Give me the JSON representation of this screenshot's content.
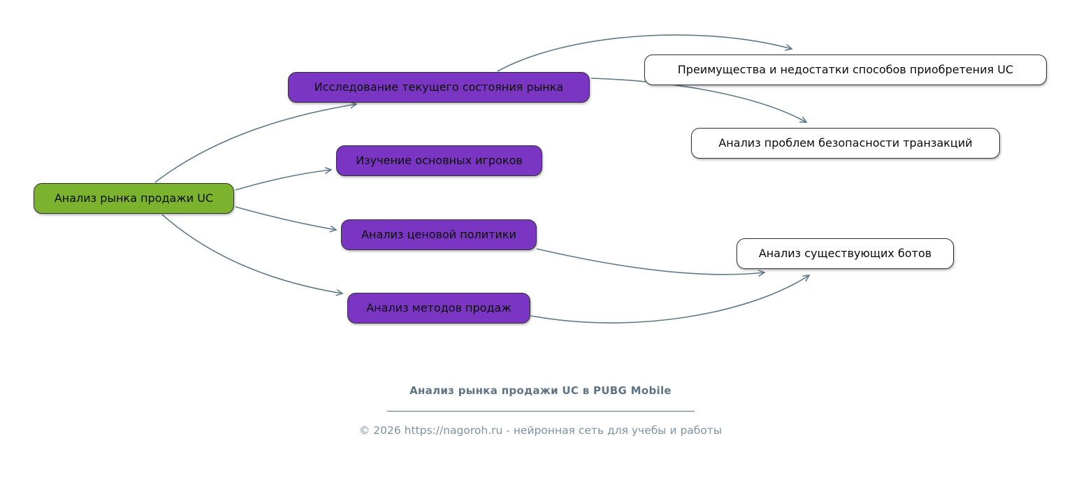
{
  "diagram": {
    "root": {
      "label": "Анализ рынка продажи UC"
    },
    "branches": [
      {
        "label": "Исследование текущего состояния рынка"
      },
      {
        "label": "Изучение основных игроков"
      },
      {
        "label": "Анализ ценовой политики"
      },
      {
        "label": "Анализ методов продаж"
      }
    ],
    "leaves": [
      {
        "label": "Преимущества и недостатки способов приобретения UC"
      },
      {
        "label": "Анализ проблем безопасности транзакций"
      },
      {
        "label": "Анализ существующих ботов"
      }
    ]
  },
  "footer": {
    "title": "Анализ рынка продажи UC в PUBG Mobile",
    "copyright": "© 2026 https://nagoroh.ru - нейронная сеть для учебы и работы"
  },
  "colors": {
    "root_fill": "#7cb32e",
    "branch_fill": "#7a36c2",
    "leaf_fill": "#ffffff",
    "node_border": "#2f2f2f",
    "edge": "#5e7a8a",
    "footer_title": "#5d7487",
    "footer_copyright": "#7e92a3"
  }
}
